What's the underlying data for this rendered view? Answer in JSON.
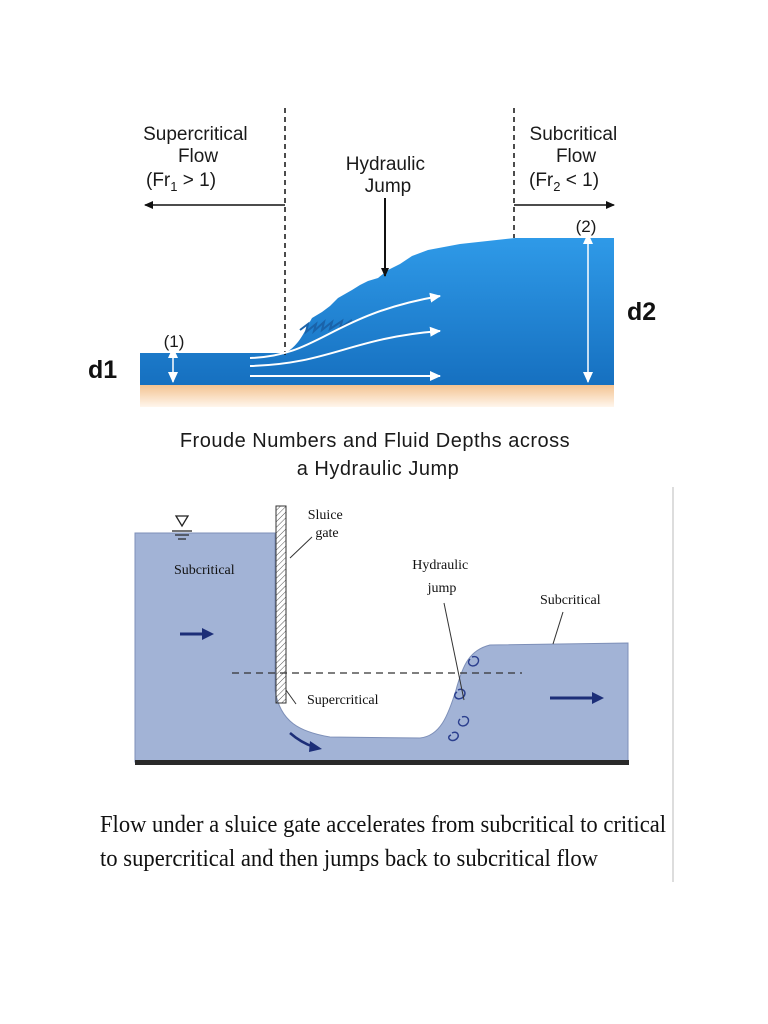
{
  "top_diagram": {
    "supercritical_title": "Supercritical",
    "supercritical_flow": "Flow",
    "supercritical_fr_base": "(Fr",
    "supercritical_fr_sub": "1",
    "supercritical_fr_rest": " > 1)",
    "hydraulic_jump_line1": "Hydraulic",
    "hydraulic_jump_line2": "Jump",
    "subcritical_title": "Subcritical",
    "subcritical_flow": "Flow",
    "subcritical_fr_base": "(Fr",
    "subcritical_fr_sub": "2",
    "subcritical_fr_rest": " < 1)",
    "station1_label": "(1)",
    "station2_label": "(2)",
    "depth1_label": "d1",
    "depth2_label": "d2",
    "caption_line1": "Froude Numbers and Fluid Depths across",
    "caption_line2": "a Hydraulic Jump"
  },
  "bottom_diagram": {
    "sluice_gate_line1": "Sluice",
    "sluice_gate_line2": "gate",
    "subcritical_left": "Subcritical",
    "hydraulic_jump_line1": "Hydraulic",
    "hydraulic_jump_line2": "jump",
    "subcritical_right": "Subcritical",
    "supercritical": "Supercritical",
    "caption_line1": "Flow under a sluice gate accelerates from subcritical to critical",
    "caption_line2": "to supercritical and then jumps back to subcritical flow"
  },
  "colors": {
    "water_top": "#1f7fd0",
    "water_top_light": "#2d94e4",
    "ground_top": "#f6c99a",
    "water_bottom": "#9fb0d4",
    "arrow_bottom": "#1c2e78"
  }
}
